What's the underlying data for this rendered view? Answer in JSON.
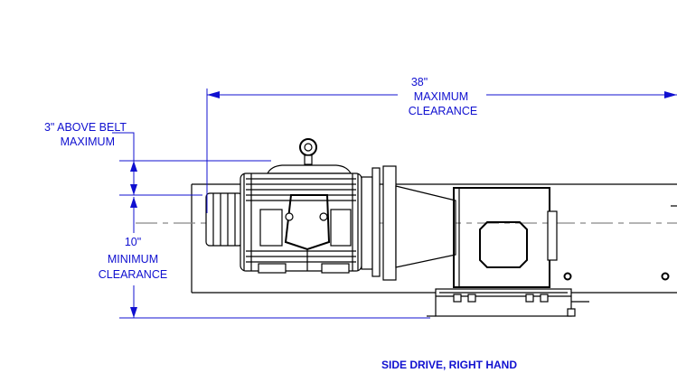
{
  "dimensions": {
    "max_clearance": {
      "value": "38\"",
      "line1": "MAXIMUM",
      "line2": "CLEARANCE"
    },
    "above_belt": {
      "line1": "3\" ABOVE BELT",
      "line2": "MAXIMUM"
    },
    "min_clearance": {
      "value": "10\"",
      "line1": "MINIMUM",
      "line2": "CLEARANCE"
    }
  },
  "caption": "SIDE DRIVE, RIGHT HAND",
  "colors": {
    "dimension": "#1010d0",
    "outline": "#000000",
    "centerline": "#888888"
  }
}
